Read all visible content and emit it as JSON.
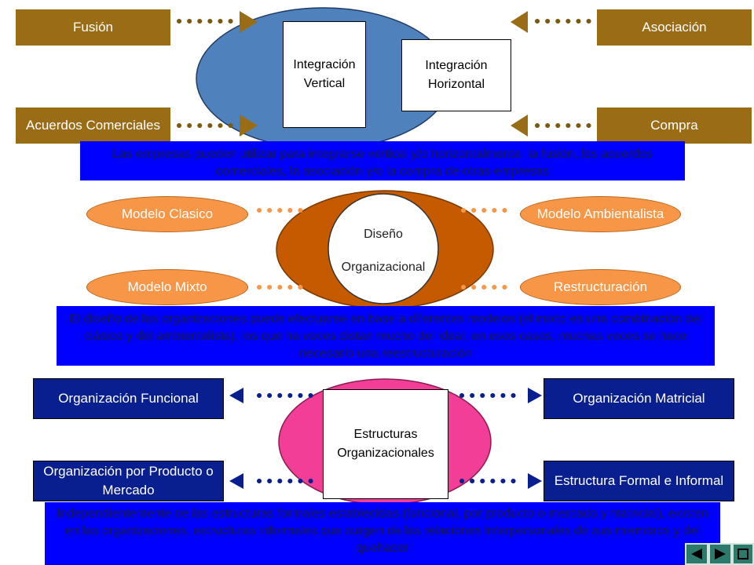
{
  "section1": {
    "left_top": "Fusión",
    "left_bottom": "Acuerdos Comerciales",
    "right_top": "Asociación",
    "right_bottom": "Compra",
    "center_left": "Integración Vertical",
    "center_right": "Integración Horizontal",
    "note": "Las empresas pueden utilizar para integrarse vertical y/o horizontalmente, la fusión, los acuerdos comerciales, la asociación y/o la compra de otras empresas"
  },
  "section2": {
    "left_top": "Modelo Clasico",
    "left_bottom": "Modelo Mixto",
    "right_top": "Modelo Ambientalista",
    "right_bottom": "Restructuración",
    "center_line1": "Diseño",
    "center_line2": "Organizacional",
    "note": "El diseño de las organizaciones puede efectuarse en base a diferentes modelos (el mixto es una combinación del clásico y del ambientalista), los que ha veces distan mucho del ideal, en esos casos, muchas veces se hace necesario una reestructuración"
  },
  "section3": {
    "left_top": "Organización Funcional",
    "left_bottom": "Organización por Producto o Mercado",
    "right_top": "Organización Matricial",
    "right_bottom": "Estructura Formal e Informal",
    "center": "Estructuras Organizacionales",
    "note": "Independientemente de las estructuras formales establecidas (funcional, por producto o mercado y matricial), existen en las organizaciones, estructuras informales que surgen de las relaciones interpersonales de sus miembros y del quehacer"
  },
  "nav": {
    "prev_icon": "arrow-left-icon",
    "next_icon": "arrow-right-icon",
    "end_icon": "end-icon"
  },
  "colors": {
    "brown": "#9a6c15",
    "steel_blue": "#4f81bd",
    "dark_orange": "#c55a00",
    "light_orange": "#f79646",
    "pink": "#f23e96",
    "navy": "#0a1f8f",
    "note_blue": "#0000ff"
  }
}
